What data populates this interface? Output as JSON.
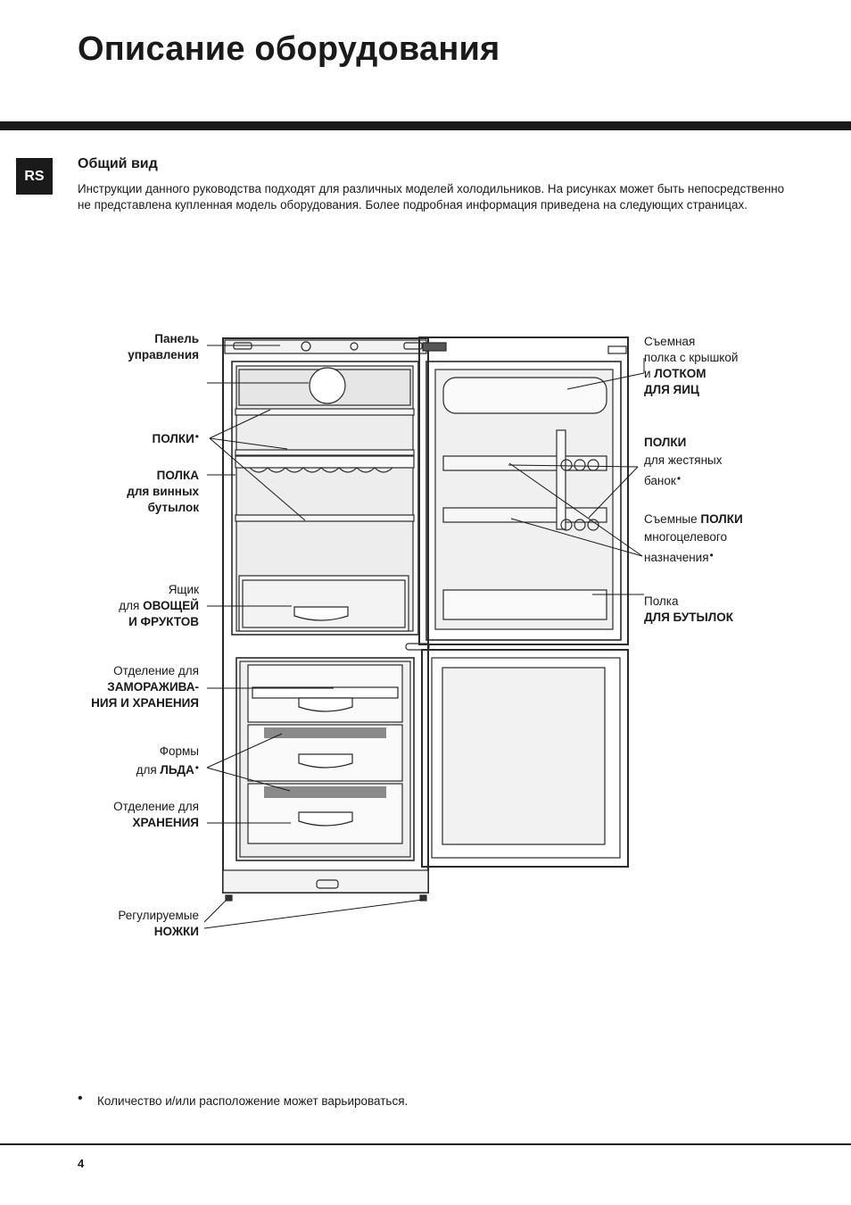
{
  "page": {
    "title": "Описание оборудования",
    "lang_badge": "RS",
    "section_title": "Общий вид",
    "intro": "Инструкции данного руководства подходят для различных моделей холодильников. На рисунках может быть непосредственно не представлена купленная модель оборудования. Более подробная информация приведена на следующих страницах.",
    "footnote_bullet": "•",
    "footnote": "Количество и/или расположение может варьироваться.",
    "page_number": "4"
  },
  "labels_left": {
    "control_panel_1": "Панель",
    "control_panel_2": "управления",
    "shelves": "ПОЛКИ",
    "wine_1": "ПОЛКА",
    "wine_2": "для винных",
    "wine_3": "бутылок",
    "crisper_1": "Ящик",
    "crisper_2a": "для ",
    "crisper_2b": "ОВОЩЕЙ",
    "crisper_3": "И ФРУКТОВ",
    "freeze_1": "Отделение для",
    "freeze_2": "ЗАМОРАЖИВА-",
    "freeze_3": "НИЯ И ХРАНЕНИЯ",
    "ice_1": "Формы",
    "ice_2a": "для ",
    "ice_2b": "ЛЬДА",
    "storage_1": "Отделение для",
    "storage_2": "ХРАНЕНИЯ",
    "feet_1": "Регулируемые",
    "feet_2": "НОЖКИ",
    "bullet": "•"
  },
  "labels_right": {
    "egg_1": "Съемная",
    "egg_2": "полка с крышкой",
    "egg_3a": "и ",
    "egg_3b": "ЛОТКОМ",
    "egg_4": "ДЛЯ ЯИЦ",
    "cans_1": "ПОЛКИ",
    "cans_2": "для жестяных",
    "cans_3": "банок",
    "multi_1a": "Съемные ",
    "multi_1b": "ПОЛКИ",
    "multi_2": "многоцелевого",
    "multi_3": "назначения",
    "bottle_1": "Полка",
    "bottle_2": "ДЛЯ БУТЫЛОК",
    "bullet": "•"
  }
}
